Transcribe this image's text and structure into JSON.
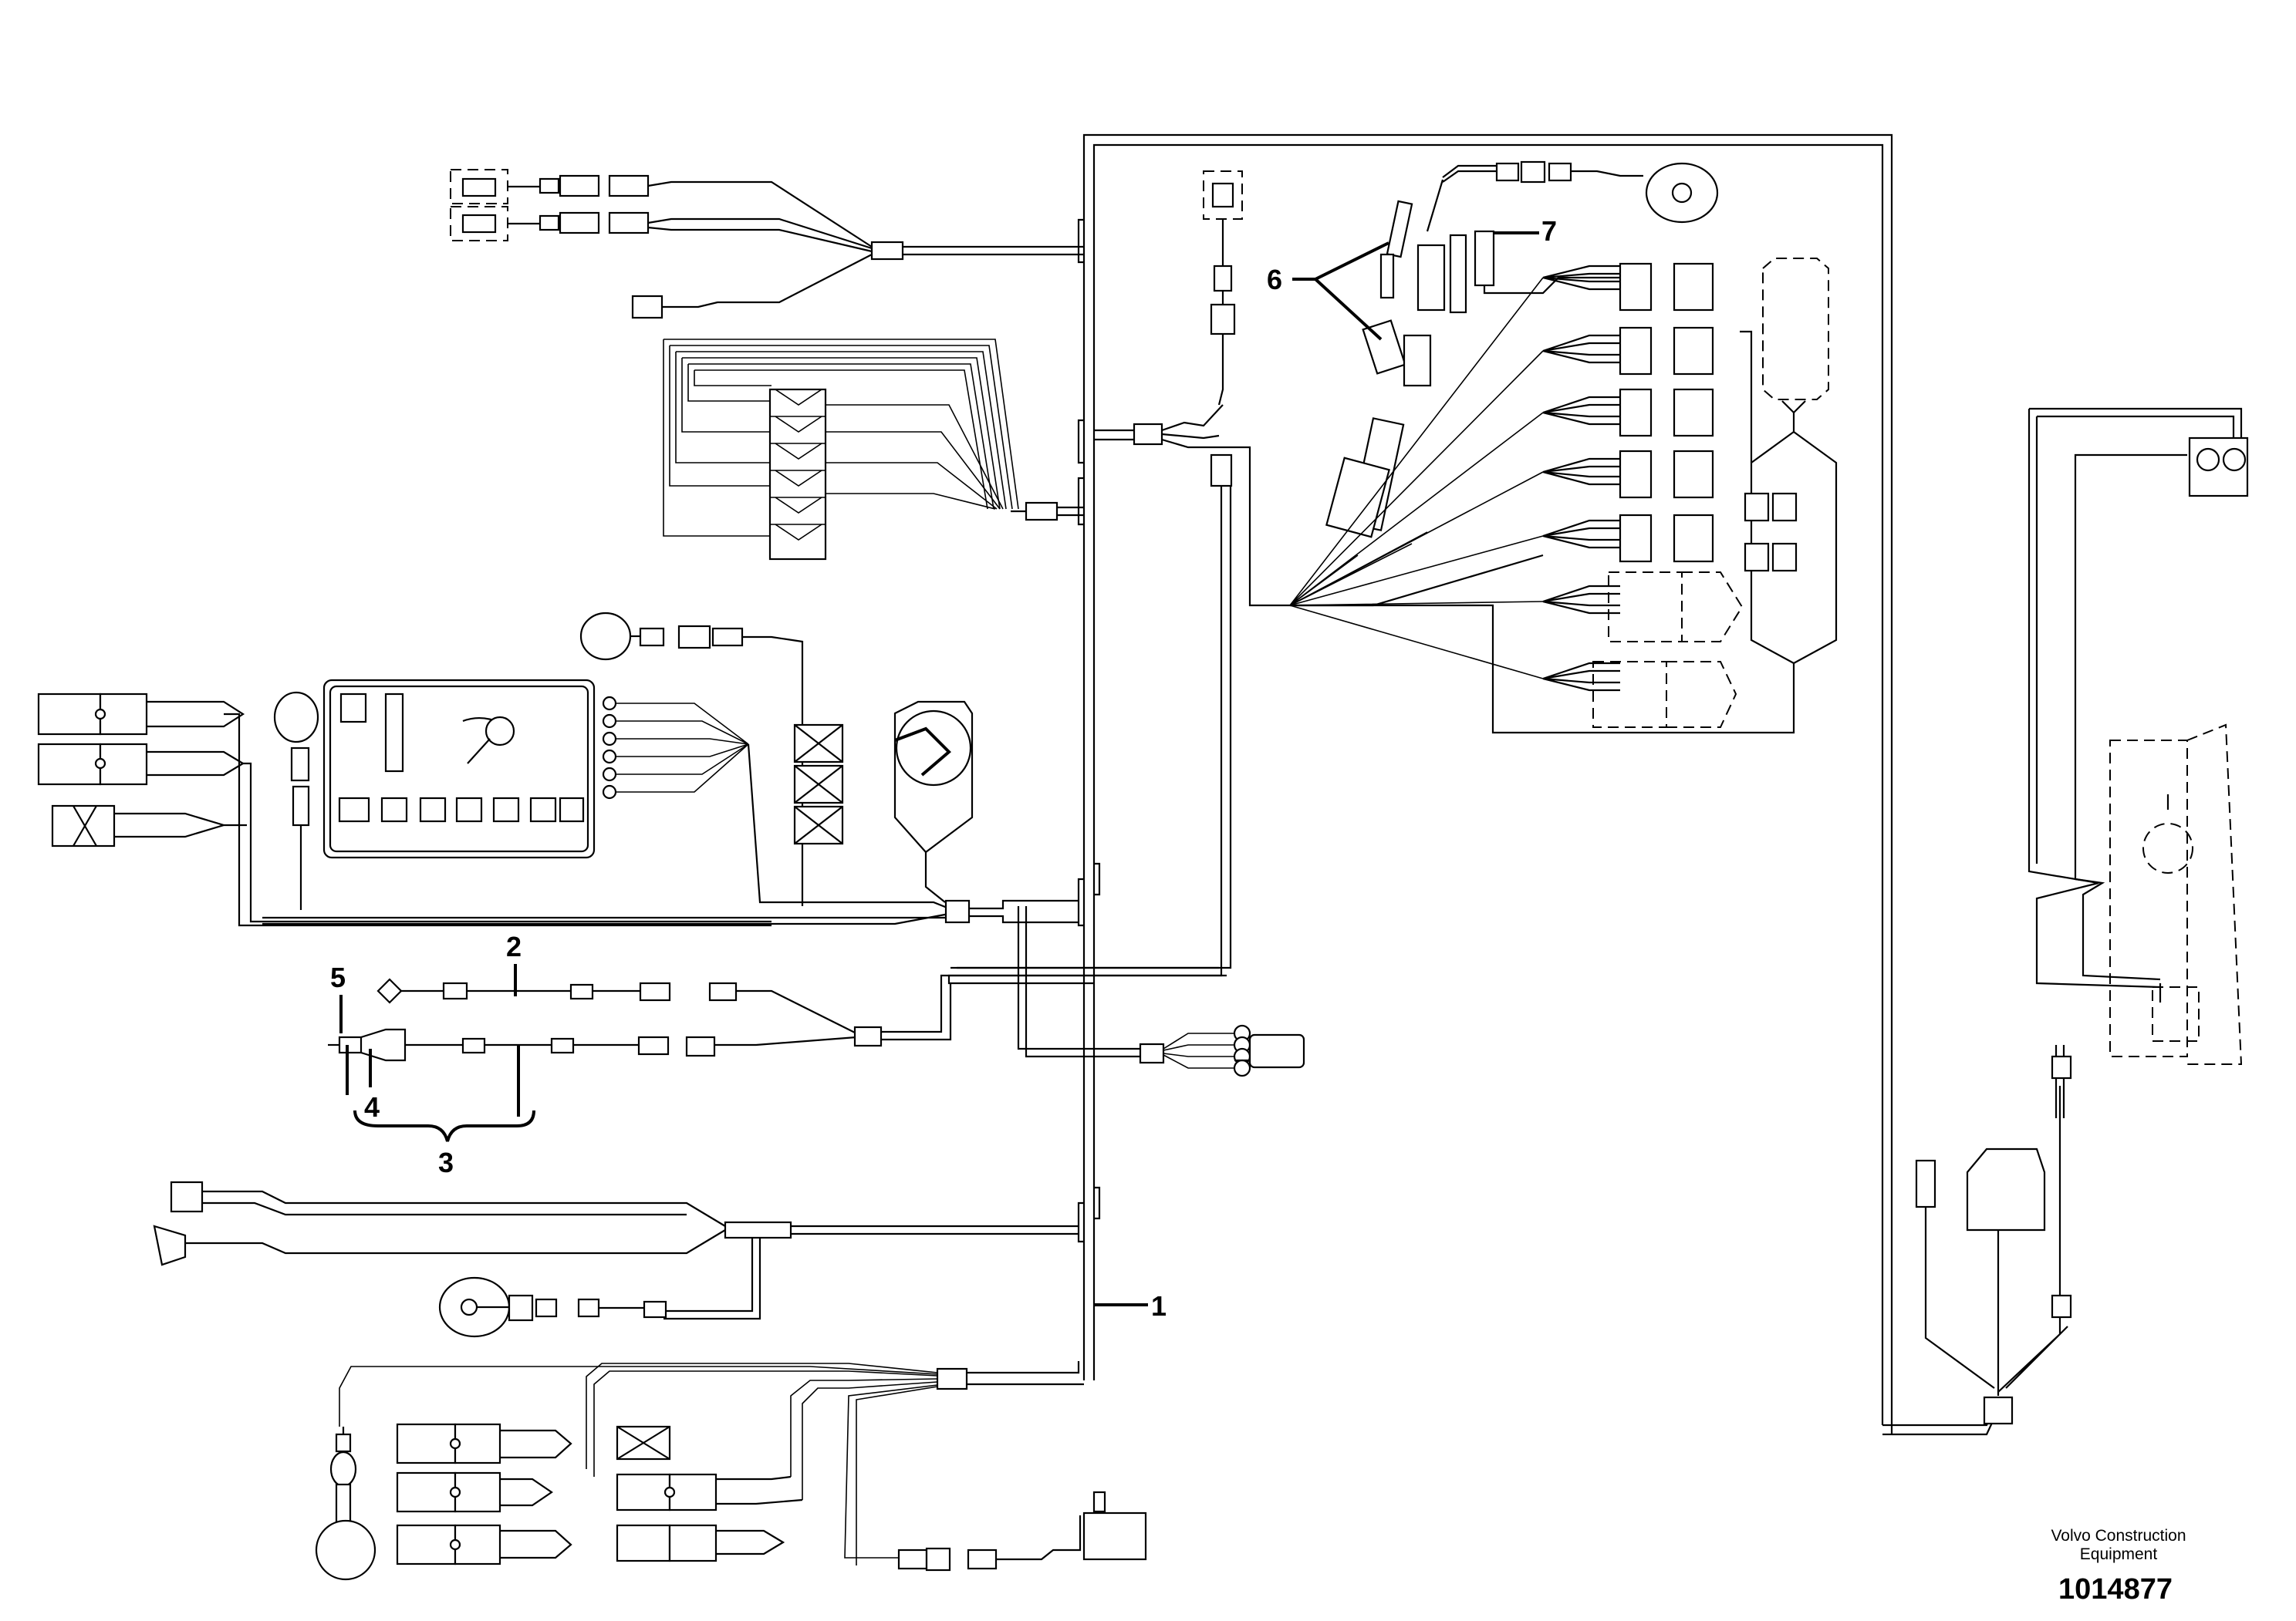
{
  "diagram": {
    "callouts": [
      "1",
      "2",
      "3",
      "4",
      "5",
      "6",
      "7"
    ],
    "publisher_line1": "Volvo Construction",
    "publisher_line2": "Equipment",
    "drawing_number": "1014877"
  }
}
